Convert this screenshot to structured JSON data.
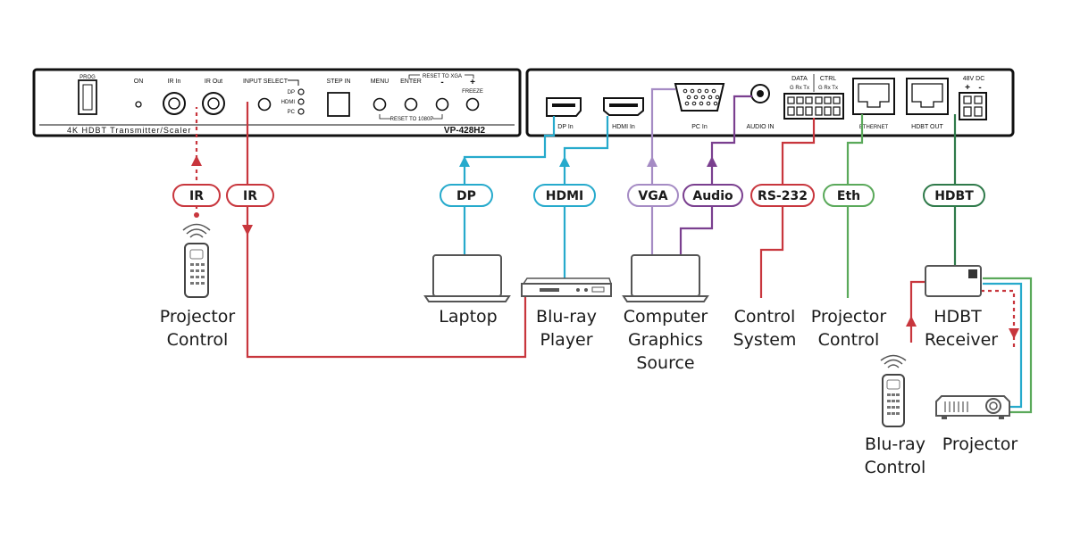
{
  "transmitter_panel": {
    "prog": "PROG",
    "on": "ON",
    "ir_in": "IR In",
    "ir_out": "IR Out",
    "input_select": "INPUT SELECT",
    "inputs": [
      "DP",
      "HDMI",
      "PC"
    ],
    "step_in": "STEP IN",
    "menu": "MENU",
    "enter": "ENTER",
    "reset_to_xga": "RESET TO XGA",
    "minus": "-",
    "plus": "+",
    "freeze": "FREEZE",
    "reset_to_1080p": "RESET TO 1080P",
    "product_name": "4K HDBT Transmitter/Scaler",
    "model": "VP-428H2"
  },
  "rear_panel": {
    "dp_in": "DP In",
    "hdmi_in": "HDMI In",
    "pc_in": "PC In",
    "audio_in": "AUDIO IN",
    "data": "DATA",
    "ctrl": "CTRL",
    "data_pins": "G Rx Tx",
    "ctrl_pins": "G Rx Tx",
    "ethernet": "ETHERNET",
    "hdbt_out": "HDBT OUT",
    "power": "48V DC"
  },
  "connections": {
    "ir_left": "IR",
    "ir_right": "IR",
    "dp": "DP",
    "hdmi": "HDMI",
    "vga": "VGA",
    "audio": "Audio",
    "rs232": "RS-232",
    "eth": "Eth",
    "hdbt": "HDBT"
  },
  "devices": {
    "projector_control_left": [
      "Projector",
      "Control"
    ],
    "laptop": [
      "Laptop"
    ],
    "bluray_player": [
      "Blu-ray",
      "Player"
    ],
    "computer_graphics": [
      "Computer",
      "Graphics",
      "Source"
    ],
    "control_system": [
      "Control",
      "System"
    ],
    "projector_control_right": [
      "Projector",
      "Control"
    ],
    "hdbt_receiver": [
      "HDBT",
      "Receiver"
    ],
    "bluray_control": [
      "Blu-ray",
      "Control"
    ],
    "projector": [
      "Projector"
    ]
  },
  "colors": {
    "ir": "#c8363d",
    "video": "#26aacc",
    "vga": "#a58bc4",
    "audio": "#7a3f8f",
    "rs232": "#c8363d",
    "ethernet": "#5aa95a",
    "hdbt": "#2f7a4a"
  }
}
